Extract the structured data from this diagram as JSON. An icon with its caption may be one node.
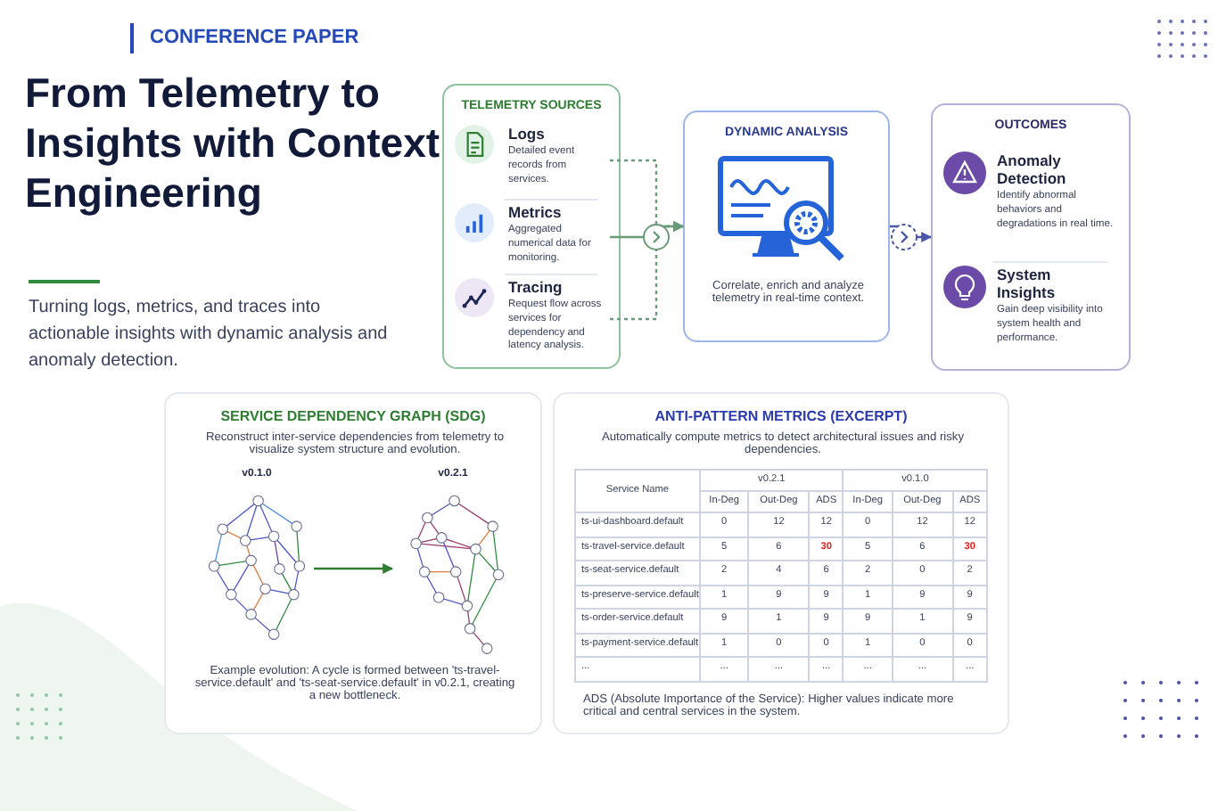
{
  "diagram": {
    "title": "From Telemetry to Insights with Context Engineering",
    "nodes": [
      {
        "text": [
          "TELEMETRY SOURCES"
        ]
      },
      {
        "text": [
          "Logs",
          "Detailed event records from services."
        ],
        "in": 0
      },
      {
        "text": [
          "Metrics",
          "Aggregated numerical data for monitoring."
        ],
        "in": 0
      },
      {
        "text": [
          "Tracing",
          "Request flow across services for dependency and latency analysis."
        ],
        "in": 0
      },
      {
        "text": [
          "DYNAMIC ANALYSIS",
          "Correlate, enrich and analyze telemetry in real-time context."
        ]
      },
      {
        "text": [
          "OUTCOMES"
        ]
      },
      {
        "text": [
          "Anomaly Detection",
          "Identify abnormal behaviors and degradations in real time."
        ],
        "in": 5
      },
      {
        "text": [
          "System Insights",
          "Gain deep visibility into system health and performance."
        ],
        "in": 5
      },
      {
        "text": [
          "SERVICE DEPENDENCY GRAPH (SDG)",
          "Reconstruct inter-service dependencies from telemetry to visualize system structure and evolution.",
          "Example evolution: A cycle is formed between 'ts-travel-service.default' and 'ts-seat-service.default' in v0.2.1, creating a new bottleneck."
        ]
      },
      {
        "text": [
          "v0.1.0"
        ],
        "in": 8
      },
      {
        "text": [
          "v0.2.1"
        ],
        "in": 8
      },
      {
        "text": [
          "ANTI-PATTERN METRICS (EXCERPT)",
          "Automatically compute metrics to detect architectural issues and risky dependencies.",
          "ADS (Absolute Importance of the Service): Higher values indicate more critical and central services in the system."
        ]
      }
    ],
    "edges": [
      {
        "from": 1,
        "to": 4,
        "arrow": "to",
        "style": "dashed"
      },
      {
        "from": 2,
        "to": 4,
        "arrow": "to"
      },
      {
        "from": 3,
        "to": 4,
        "arrow": "to",
        "style": "dashed"
      },
      {
        "from": 4,
        "to": 5,
        "arrow": "to",
        "color": "#4b56a8"
      },
      {
        "from": 9,
        "to": 10,
        "arrow": "to",
        "color": "#2e7d32"
      }
    ],
    "labels": [
      "CONFERENCE PAPER",
      "Turning logs, metrics, and traces into actionable insights with dynamic analysis and anomaly detection.",
      "Service Name",
      "v0.2.1",
      "v0.1.0",
      "In-Deg",
      "Out-Deg",
      "ADS",
      "In-Deg",
      "Out-Deg",
      "ADS",
      "ts-ui-dashboard.default",
      "0",
      "12",
      "12",
      "0",
      "12",
      "12",
      "ts-travel-service.default",
      "5",
      "6",
      "30",
      "5",
      "6",
      "30",
      "ts-seat-service.default",
      "2",
      "4",
      "6",
      "2",
      "0",
      "2",
      "ts-preserve-service.default",
      "1",
      "9",
      "9",
      "1",
      "9",
      "9",
      "ts-order-service.default",
      "9",
      "1",
      "9",
      "9",
      "1",
      "9",
      "ts-payment-service.default",
      "1",
      "0",
      "0",
      "1",
      "0",
      "0",
      "...",
      "...",
      "...",
      "...",
      "...",
      "...",
      "..."
    ]
  }
}
